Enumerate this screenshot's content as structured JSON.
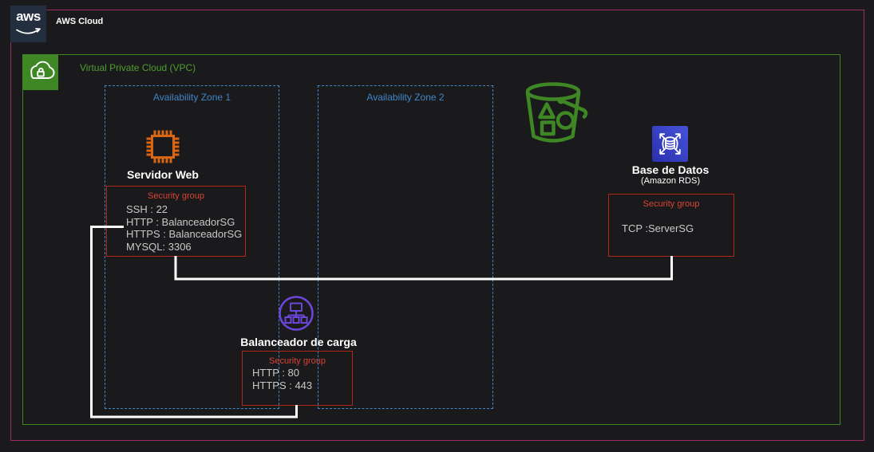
{
  "header": {
    "logo_text": "aws",
    "title": "AWS Cloud"
  },
  "vpc": {
    "label": "Virtual Private Cloud (VPC)"
  },
  "availability_zones": [
    {
      "label": "Availability Zone 1"
    },
    {
      "label": "Availability Zone 2"
    }
  ],
  "nodes": {
    "web_server": {
      "label": "Servidor Web",
      "icon": "ec2-instance-icon"
    },
    "s3_bucket": {
      "icon": "s3-bucket-icon"
    },
    "database": {
      "label": "Base de Datos",
      "sublabel": "(Amazon RDS)",
      "icon": "rds-icon"
    },
    "load_balancer": {
      "label": "Balanceador de carga",
      "icon": "load-balancer-icon"
    }
  },
  "security_groups": {
    "web_server": {
      "title": "Security group",
      "rules": [
        "SSH : 22",
        "HTTP : BalanceadorSG",
        "HTTPS : BalanceadorSG",
        "MYSQL: 3306"
      ]
    },
    "database": {
      "title": "Security group",
      "rules": [
        "TCP :ServerSG"
      ]
    },
    "load_balancer": {
      "title": "Security group",
      "rules": [
        "HTTP : 80",
        "HTTPS : 443"
      ]
    }
  },
  "colors": {
    "background": "#1a1a1d",
    "aws_cloud_border": "#9d2b63",
    "aws_logo_bg": "#232f3e",
    "vpc_green": "#3f8624",
    "az_blue": "#4286c5",
    "security_group_red": "#b3281d",
    "security_group_label_red": "#d84334",
    "rule_text_gray": "#c9c9c9",
    "ec2_orange": "#d86613",
    "rds_blue": "#3334b9",
    "elb_purple": "#6b46d8",
    "s3_green": "#3f8624",
    "connector_white": "#ffffff"
  }
}
